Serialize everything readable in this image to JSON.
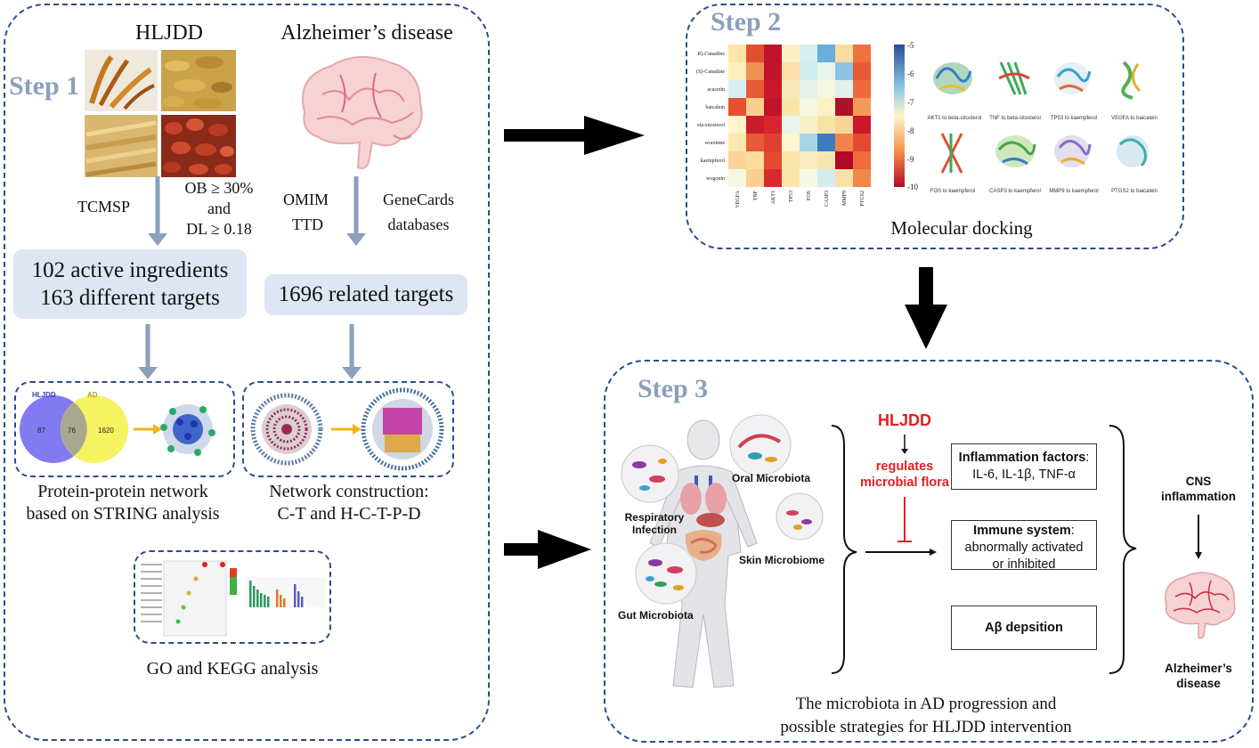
{
  "step1": {
    "title": "Step 1",
    "hljdd_label": "HLJDD",
    "ad_label": "Alzheimer’s disease",
    "tcmsp": "TCMSP",
    "ob": "OB ≥ 30%",
    "and": "and",
    "dl": "DL ≥ 0.18",
    "omim": "OMIM",
    "ttd": "TTD",
    "genecards": "GeneCards",
    "databases": "databases",
    "active_ingredients": "102 active ingredients",
    "different_targets": "163 different targets",
    "related_targets": "1696 related targets",
    "venn": {
      "left_label": "HLJDD",
      "right_label": "AD",
      "left_count": "87",
      "overlap_count": "76",
      "right_count": "1620"
    },
    "ppi_caption_1": "Protein-protein network",
    "ppi_caption_2": "based on STRING analysis",
    "net_caption_1": "Network construction:",
    "net_caption_2": "C-T and H-C-T-P-D",
    "go_caption": "GO and KEGG analysis"
  },
  "step2": {
    "title": "Step 2",
    "caption": "Molecular docking",
    "heatmap_rows": [
      "R)-Canadine",
      "(S)-Canadine",
      "acacetin",
      "baicalein",
      "eta-sitosterol",
      "worenine",
      "kaempferol",
      "wogonin"
    ],
    "heatmap_cols": [
      "VEGFA",
      "TNF",
      "AKT1",
      "TP53",
      "FOS",
      "CASP3",
      "MMP9",
      "PTGS2"
    ],
    "colorbar_ticks": [
      "-5",
      "-6",
      "-7",
      "-8",
      "-9",
      "-10"
    ],
    "dock_labels": [
      "AKT1 to beta-sitosterol",
      "TNF to beta-sitosterol",
      "TP53 to kaempferol",
      "VEGFA to baicalein",
      "FOS to kaempferol",
      "CASP3 to kaempferol",
      "MMP9 to kaempferol",
      "PTGS2 to baicalein"
    ]
  },
  "step3": {
    "title": "Step 3",
    "hljdd": "HLJDD",
    "regulates_1": "regulates",
    "regulates_2": "microbial flora",
    "oral": "Oral Microbiota",
    "respiratory_1": "Respiratory",
    "respiratory_2": "Infection",
    "skin": "Skin Microbiome",
    "gut": "Gut Microbiota",
    "inflam_title": "Inflammation factors",
    "inflam_body": "IL-6, IL-1β, TNF-α",
    "immune_title": "Immune system",
    "immune_body_1": "abnormally activated",
    "immune_body_2": "or inhibited",
    "abeta": "Aβ depsition",
    "cns_1": "CNS",
    "cns_2": "inflammation",
    "alz_1": "Alzheimer’s",
    "alz_2": "disease",
    "caption_1": "The microbiota in AD progression and",
    "caption_2": "possible strategies for HLJDD intervention"
  }
}
